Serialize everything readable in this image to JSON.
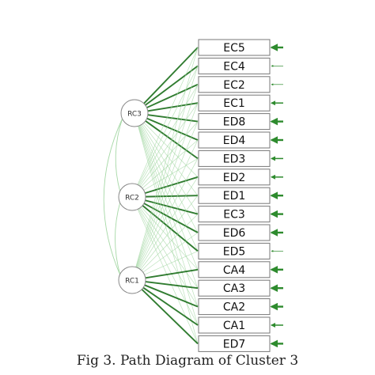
{
  "caption": "Fig 3. Path Diagram of Cluster 3",
  "colors": {
    "edge": "#2e8b2e",
    "edge_dark": "#1a6e1a",
    "edge_light": "#a6d8a6",
    "box_border": "#777777",
    "circle_border": "#888888"
  },
  "factors": [
    {
      "id": "RC3",
      "label": "RC3"
    },
    {
      "id": "RC2",
      "label": "RC2"
    },
    {
      "id": "RC1",
      "label": "RC1"
    }
  ],
  "indicators": [
    {
      "label": "EC5",
      "primary": "RC3",
      "residual": "strong"
    },
    {
      "label": "EC4",
      "primary": "RC3",
      "residual": "weak"
    },
    {
      "label": "EC2",
      "primary": "RC3",
      "residual": "weak"
    },
    {
      "label": "EC1",
      "primary": "RC3",
      "residual": "medium"
    },
    {
      "label": "ED8",
      "primary": "RC3",
      "residual": "strong"
    },
    {
      "label": "ED4",
      "primary": "RC3",
      "residual": "strong"
    },
    {
      "label": "ED3",
      "primary": "RC3",
      "residual": "medium"
    },
    {
      "label": "ED2",
      "primary": "RC2",
      "residual": "medium"
    },
    {
      "label": "ED1",
      "primary": "RC2",
      "residual": "strong"
    },
    {
      "label": "EC3",
      "primary": "RC2",
      "residual": "strong"
    },
    {
      "label": "ED6",
      "primary": "RC2",
      "residual": "strong"
    },
    {
      "label": "ED5",
      "primary": "RC2",
      "residual": "weak"
    },
    {
      "label": "CA4",
      "primary": "RC1",
      "residual": "strong"
    },
    {
      "label": "CA3",
      "primary": "RC1",
      "residual": "strong"
    },
    {
      "label": "CA2",
      "primary": "RC1",
      "residual": "strong"
    },
    {
      "label": "CA1",
      "primary": "RC1",
      "residual": "medium"
    },
    {
      "label": "ED7",
      "primary": "RC1",
      "residual": "strong"
    }
  ]
}
